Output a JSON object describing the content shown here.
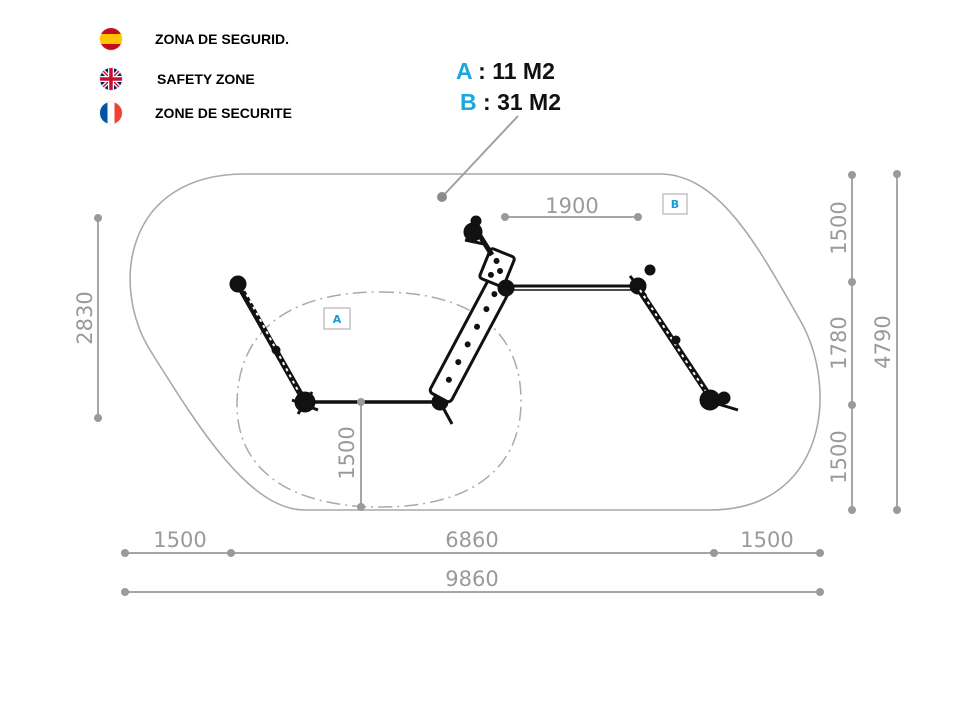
{
  "legend": [
    {
      "flag": "spain-flag-icon",
      "label": "ZONA DE SEGURID."
    },
    {
      "flag": "uk-flag-icon",
      "label": "SAFETY ZONE"
    },
    {
      "flag": "france-flag-icon",
      "label": "ZONE DE SECURITE"
    }
  ],
  "areas": {
    "a": {
      "letter": "A",
      "value": " : 11 M2"
    },
    "b": {
      "letter": "B",
      "value": " : 31 M2"
    }
  },
  "zone_tags": {
    "a": "A",
    "b": "B"
  },
  "dimensions": {
    "left_height": "2830",
    "inner_1900": "1900",
    "inner_1500": "1500",
    "right_top": "1500",
    "right_mid": "1780",
    "right_bottom": "1500",
    "right_total": "4790",
    "bottom_left": "1500",
    "bottom_mid": "6860",
    "bottom_right": "1500",
    "bottom_total": "9860"
  },
  "colors": {
    "zone_letter": "#1aa7d9",
    "dimension": "#9a9a9a",
    "outline": "#a9a9a9"
  }
}
